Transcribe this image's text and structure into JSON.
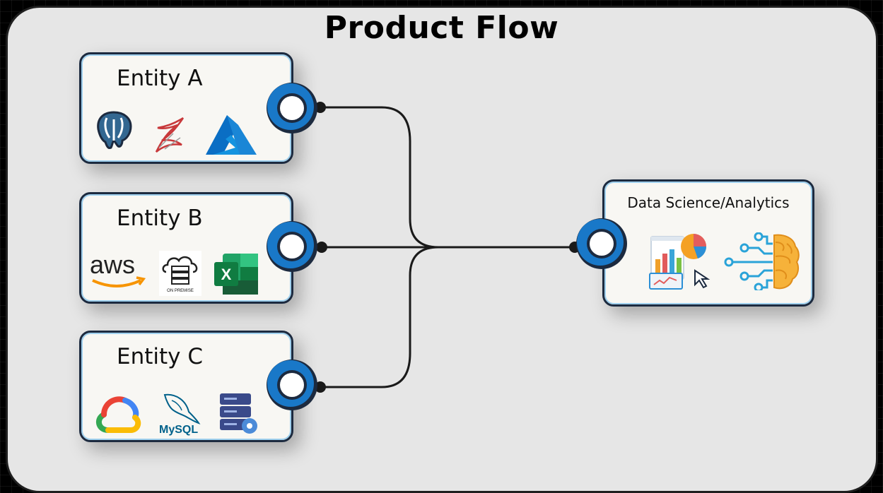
{
  "diagram": {
    "title": "Product Flow",
    "sources": [
      {
        "label": "Entity A",
        "icons": [
          "postgresql-icon",
          "sql-server-icon",
          "azure-icon"
        ]
      },
      {
        "label": "Entity B",
        "icons": [
          "aws-icon",
          "on-premise-server-icon",
          "excel-icon"
        ]
      },
      {
        "label": "Entity C",
        "icons": [
          "google-cloud-icon",
          "mysql-icon",
          "database-server-icon"
        ]
      }
    ],
    "target": {
      "label": "Data Science/Analytics",
      "icons": [
        "analytics-dashboard-icon",
        "ai-brain-icon"
      ]
    },
    "icon_text": {
      "aws": "aws",
      "on_premise": "ON PREMISE",
      "excel": "X",
      "mysql": "MySQL"
    }
  },
  "colors": {
    "connector_blue": "#1978c8",
    "connector_navy": "#1c2a3f",
    "card_bg": "#f8f7f3",
    "panel_bg": "#e6e6e6"
  }
}
